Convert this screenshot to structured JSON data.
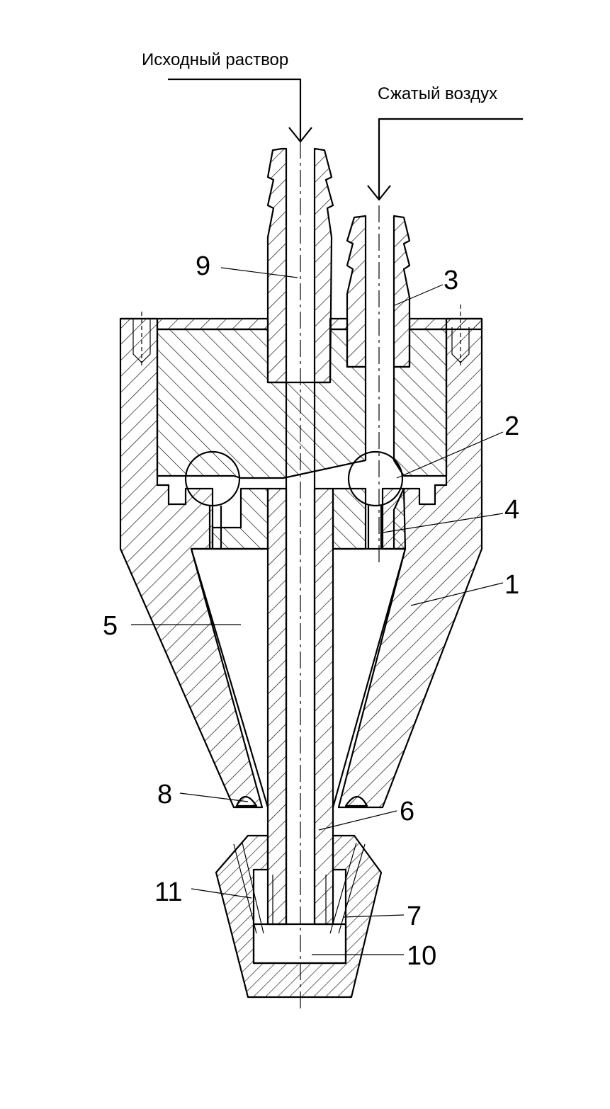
{
  "inputs": {
    "solution_label": "Исходный раствор",
    "air_label": "Сжатый воздух"
  },
  "callouts": [
    {
      "id": "1",
      "text": "1"
    },
    {
      "id": "2",
      "text": "2"
    },
    {
      "id": "3",
      "text": "3"
    },
    {
      "id": "4",
      "text": "4"
    },
    {
      "id": "5",
      "text": "5"
    },
    {
      "id": "6",
      "text": "6"
    },
    {
      "id": "7",
      "text": "7"
    },
    {
      "id": "8",
      "text": "8"
    },
    {
      "id": "9",
      "text": "9"
    },
    {
      "id": "10",
      "text": "10"
    },
    {
      "id": "11",
      "text": "11"
    }
  ]
}
